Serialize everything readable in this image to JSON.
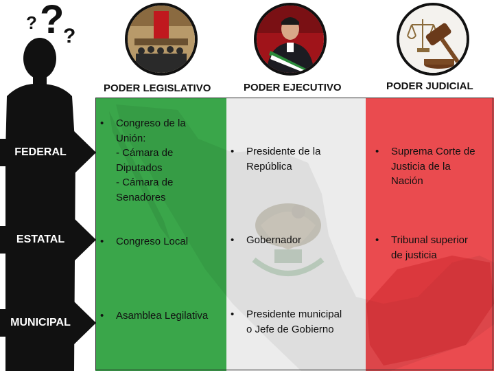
{
  "headers": {
    "legislativo": "PODER LEGISLATIVO",
    "ejecutivo": "PODER EJECUTIVO",
    "judicial": "PODER JUDICIAL"
  },
  "levels": {
    "federal": "FEDERAL",
    "estatal": "ESTATAL",
    "municipal": "MUNICIPAL"
  },
  "bullet": "•",
  "cells": {
    "leg_federal": "Congreso de la\nUnión:\n- Cámara de\nDiputados\n- Cámara de\nSenadores",
    "leg_estatal": "Congreso Local",
    "leg_municipal": "Asamblea Legilativa",
    "eje_federal": "Presidente de la\nRepública",
    "eje_estatal": "Gobernador",
    "eje_municipal": "Presidente municipal\no Jefe de Gobierno",
    "jud_federal": "Suprema Corte de\nJusticia de la\nNación",
    "jud_estatal": "Tribunal superior\nde justicia"
  },
  "colors": {
    "green": "#3aa64a",
    "white": "#ececec",
    "red": "#ea4b4f",
    "dark": "#111111"
  },
  "icons": [
    "question-marks-icon",
    "person-silhouette-icon",
    "congress-photo-icon",
    "president-photo-icon",
    "gavel-scales-icon",
    "mexico-map-icon",
    "mexico-coat-of-arms-icon"
  ]
}
